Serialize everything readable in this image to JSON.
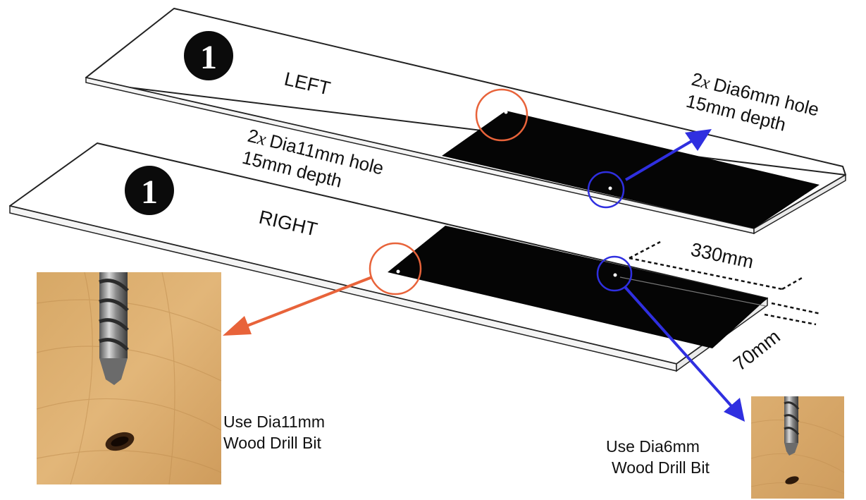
{
  "left_board": {
    "badge": "1",
    "label": "LEFT",
    "annotation": {
      "qty": "2",
      "times": "x",
      "line1": "Dia6mm hole",
      "line2": "15mm depth"
    }
  },
  "right_board": {
    "badge": "1",
    "label": "RIGHT",
    "dimension_length": "330mm",
    "dimension_width": "70mm"
  },
  "middle_annotation": {
    "qty": "2",
    "times": "x",
    "line1": "Dia11mm hole",
    "line2": "15mm depth"
  },
  "photo_left": {
    "line1": "Use Dia11mm",
    "line2": "Wood Drill Bit"
  },
  "photo_right": {
    "line1": "Use Dia6mm",
    "line2": "Wood Drill Bit"
  },
  "colors": {
    "orange": "#e8633a",
    "blue": "#2f2fe0",
    "board_black": "#050505",
    "wood": "#d9a868"
  }
}
